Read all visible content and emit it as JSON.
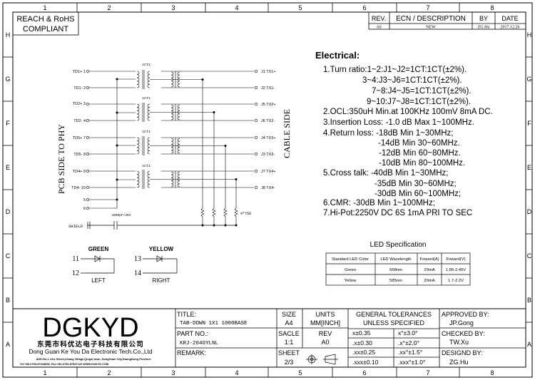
{
  "grid": {
    "columns": [
      "1",
      "2",
      "3",
      "4",
      "5",
      "6",
      "7",
      "8"
    ],
    "rows": [
      "H",
      "G",
      "F",
      "E",
      "D",
      "C",
      "B",
      "A"
    ]
  },
  "compliance": [
    "REACH & RoHS",
    "COMPLIANT"
  ],
  "revision": {
    "headers": [
      "REV.",
      "ECN / DESCRIPTION",
      "BY",
      "DATE"
    ],
    "row": [
      "A0",
      "NEW",
      "ZG.Hu",
      "2017.12.26"
    ]
  },
  "schematic": {
    "left_side_label": "PCB SIDE TO PHY",
    "right_side_label": "CABLE SIDE",
    "left_pins": [
      "TD1+ 1",
      "TD1- 2",
      "TD2+ 3",
      "TD2- 4",
      "TD5+ 7",
      "TD5- 8",
      "TD4+ 9",
      "TD4- 10",
      "5",
      "6"
    ],
    "right_pins": [
      "J1 TX1+",
      "J2 TX1-",
      "J5 TX2+",
      "J6 TX2-",
      "J4 TX3+",
      "J3 TX3-",
      "J7 TX4+",
      "J8 TX4-"
    ],
    "ratio_labels": [
      "1CT:1",
      "1CT:1",
      "1CT:1",
      "1CT:1"
    ],
    "shield_label": "SHIELD",
    "cap_label": "1000pF/2KV",
    "resistor_label": "4*75Ω"
  },
  "leds": {
    "green": {
      "title": "GREEN",
      "pins": [
        "11",
        "12"
      ],
      "side": "LEFT"
    },
    "yellow": {
      "title": "YELLOW",
      "pins": [
        "13",
        "14"
      ],
      "side": "RIGHT"
    }
  },
  "electrical": {
    "heading": "Electrical:",
    "lines": [
      "1.Turn ratio:1~2:J1~J2=1CT:1CT(±2%).",
      "3~4:J3~J6=1CT:1CT(±2%).",
      "7~8:J4~J5=1CT:1CT(±2%).",
      "9~10:J7~J8=1CT:1CT(±2%).",
      "2.OCL:350uH Min.at 100KHz 100mV 8mA DC.",
      "3.Insertion Loss: -1.0 dB Max 1~100MHz.",
      "4.Return loss: -18dB Min 1~30MHz;",
      "-14dB Min 30~60MHz.",
      "-12dB Min 60~80MHz.",
      "-10dB Min 80~100MHz.",
      "5.Cross talk: -40dB Min 1~30MHz;",
      "-35dB Min 30~60MHz;",
      "-30dB Min 60~100MHz;",
      "6.CMR: -30dB Min 1~100MHz;",
      "7.Hi-Pot:2250V DC 6S 1mA PRI TO SEC"
    ]
  },
  "led_spec": {
    "title": "LED Specification",
    "headers": [
      "Standard LED Color",
      "LED Wavelength",
      "Foward(A)",
      "Foward(V)"
    ],
    "rows": [
      [
        "Green",
        "568nm",
        "20mA",
        "1.85-2.45V"
      ],
      [
        "Yellow",
        "585nm",
        "20mA",
        "1.7-2.2V"
      ]
    ]
  },
  "title_block": {
    "logo": "DGKYD",
    "company_cn": "东莞市科优达电子科技有限公司",
    "company_en": "Dong Guan Ke You Da Electronic Tech.Co.,Ltd",
    "address": "ADD:No.1 Lihe Street,Lihang Village,Qingxi town, DongGuan City,GuangDong Province",
    "contact": "Tel:+86-0769-87334608; Fax:+86-0769-87847129  WWW.DGKYD.COM",
    "title_label": "TITLE:",
    "title_value": "TAB-DOWN 1X1 1000BASE",
    "part_label": "PART NO.:",
    "part_value": "KRJ-204GYLNL",
    "remark_label": "REMARK:",
    "size_label": "SIZE",
    "size_value": "A4",
    "units_label": "UNITS",
    "units_value": "MM[INCH]",
    "scale_label": "SACLE",
    "scale_value": "1:1",
    "rev_label": "REV",
    "rev_value": "A0",
    "sheet_label": "SHEET",
    "sheet_value": "2/3",
    "tol_title_1": "GENERAL TOLERANCES",
    "tol_title_2": "UNLESS SPECIFIED",
    "tolerances": [
      [
        "x±0.35",
        "x°±3.0°"
      ],
      [
        ".x±0.30",
        ".x°±2.0°"
      ],
      [
        ".xx±0.25",
        ".xx°±1.5°"
      ],
      [
        ".xxx±0.10",
        ".xxx°±1.0°"
      ]
    ],
    "approved_label": "APPROVED BY:",
    "approved_value": "JP.Gong",
    "checked_label": "CHECKED BY:",
    "checked_value": "TW.Xu",
    "designed_label": "DESIGND BY:",
    "designed_value": "ZG.Hu"
  }
}
